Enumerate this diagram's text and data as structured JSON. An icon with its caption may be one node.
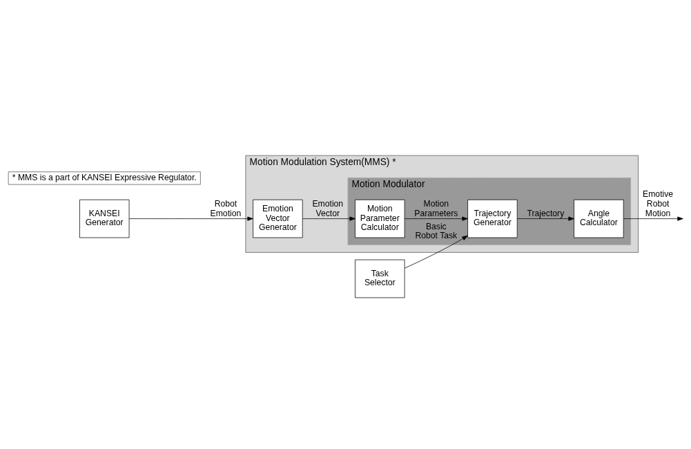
{
  "diagram": {
    "nodes": [
      {
        "text": [
          "KANSEI Generator"
        ]
      },
      {
        "text": [
          "Task Selector"
        ]
      },
      {
        "text": [
          "Motion Modulation System(MMS) *"
        ]
      },
      {
        "text": [
          "Emotion Vector Generator"
        ],
        "in": 2
      },
      {
        "text": [
          "Motion Modulator"
        ],
        "in": 2
      },
      {
        "text": [
          "Motion Parameter Calculator"
        ],
        "in": 4
      },
      {
        "text": [
          "Trajectory Generator"
        ],
        "in": 4
      },
      {
        "text": [
          "Angle Calculator"
        ],
        "in": 4
      },
      {
        "text": [
          "* MMS is a part of KANSEI Expressive Regulator."
        ]
      }
    ],
    "edges": [
      {
        "from": 0,
        "to": 3,
        "arrow": "to",
        "label": "Robot Emotion"
      },
      {
        "from": 3,
        "to": 5,
        "arrow": "to",
        "label": "Emotion Vector"
      },
      {
        "from": 5,
        "to": 6,
        "arrow": "to",
        "label": "Motion Parameters"
      },
      {
        "from": 1,
        "to": 6,
        "arrow": "to",
        "label": "Basic Robot Task"
      },
      {
        "from": 6,
        "to": 7,
        "arrow": "to",
        "label": "Trajectory"
      },
      {
        "from": 7,
        "to": null,
        "arrow": "to",
        "label": "Emotive Robot Motion"
      }
    ]
  }
}
